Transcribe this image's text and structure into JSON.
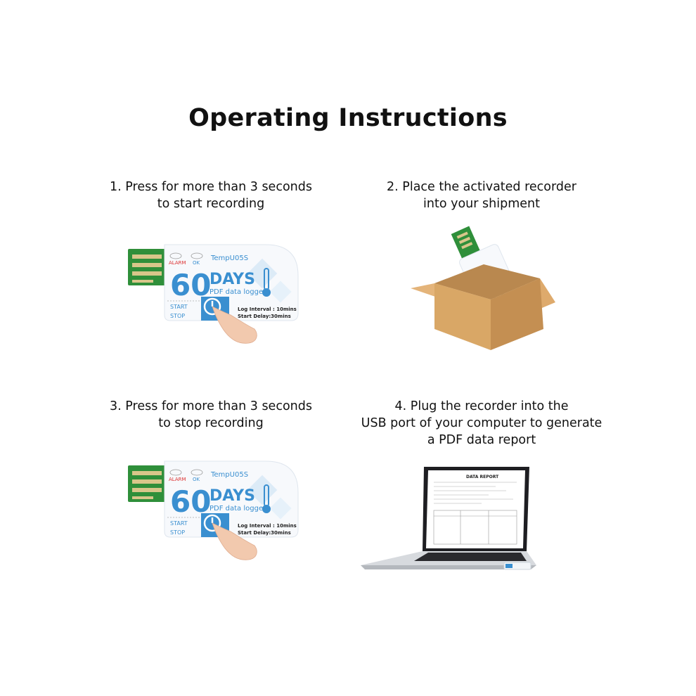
{
  "title": "Operating Instructions",
  "steps": [
    {
      "lines": [
        "1. Press for more than 3 seconds",
        "to start recording"
      ]
    },
    {
      "lines": [
        "2. Place the activated recorder",
        "into your shipment"
      ]
    },
    {
      "lines": [
        "3. Press for more than 3 seconds",
        "to stop recording"
      ]
    },
    {
      "lines": [
        "4. Plug the recorder into the",
        "USB port of your computer to generate",
        "a PDF data report"
      ]
    }
  ],
  "device": {
    "alarm": "ALARM",
    "ok": "OK",
    "model": "TempU05S",
    "number": "60",
    "days": "DAYS",
    "subtitle": "PDF data logger",
    "start": "START",
    "stop": "STOP",
    "log_interval": "Log Interval : 10mins",
    "start_delay": "Start Delay:30mins"
  },
  "laptop": {
    "report_title": "DATA REPORT"
  },
  "colors": {
    "accent": "#3a8fd0",
    "usb": "#2e8b3a",
    "box": "#d9a766"
  }
}
